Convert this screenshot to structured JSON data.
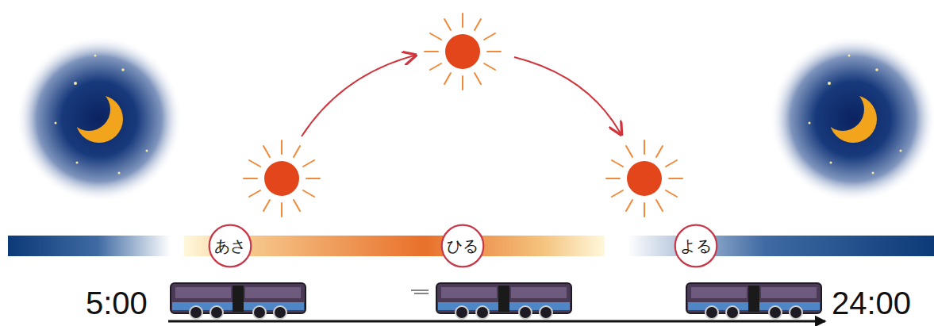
{
  "diagram": {
    "nodes": [
      {
        "text": [
          "あさ"
        ]
      },
      {
        "text": [
          "ひる"
        ]
      },
      {
        "text": [
          "よる"
        ]
      }
    ],
    "labels": [
      "5:00",
      "24:00"
    ]
  }
}
